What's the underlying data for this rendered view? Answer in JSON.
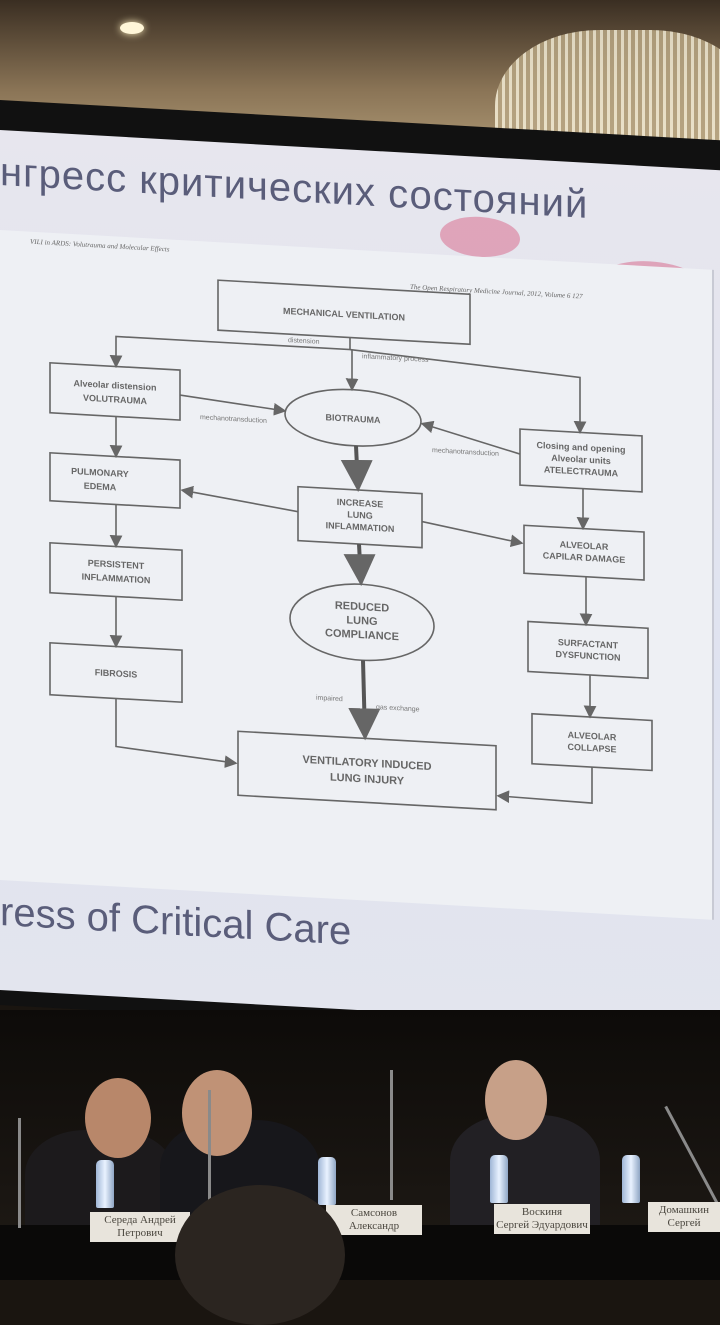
{
  "slide": {
    "title_ru": "нгресс критических состояний",
    "title_en": "ress of Critical Care",
    "running_head_left": "VILI in ARDS: Volutrauma and Molecular Effects",
    "running_head_right": "The Open Respiratory Medicine Journal, 2012, Volume 6   127"
  },
  "diagram": {
    "nodes": {
      "mech": "MECHANICAL VENTILATION",
      "alveolar_1": "Alveolar distension",
      "alveolar_2": "VOLUTRAUMA",
      "biotrauma": "BIOTRAUMA",
      "closing_1": "Closing and opening",
      "closing_2": "Alveolar units",
      "closing_3": "ATELECTRAUMA",
      "pulm_1": "PULMONARY",
      "pulm_2": "EDEMA",
      "increase_1": "INCREASE",
      "increase_2": "LUNG",
      "increase_3": "INFLAMMATION",
      "capillar_1": "ALVEOLAR",
      "capillar_2": "CAPILAR DAMAGE",
      "persist_1": "PERSISTENT",
      "persist_2": "INFLAMMATION",
      "reduced_1": "REDUCED",
      "reduced_2": "LUNG",
      "reduced_3": "COMPLIANCE",
      "surf_1": "SURFACTANT",
      "surf_2": "DYSFUNCTION",
      "fibrosis": "FIBROSIS",
      "collapse_1": "ALVEOLAR",
      "collapse_2": "COLLAPSE",
      "vili_1": "VENTILATORY INDUCED",
      "vili_2": "LUNG INJURY"
    },
    "edge_labels": {
      "distension": "distension",
      "inflammatory": "inflammatory process",
      "mech_left": "mechanotransduction",
      "mech_right": "mechanotransduction",
      "impaired": "impaired",
      "gas": "gas exchange"
    }
  },
  "nameplates": [
    {
      "line1": "Середа Андрей",
      "line2": "Петрович"
    },
    {
      "line1": "Самсонов",
      "line2": "Александр Сергеевич"
    },
    {
      "line1": "Воскиня",
      "line2": "Сергей Эдуардович"
    },
    {
      "line1": "Домашкин",
      "line2": "Сергей Павлович"
    }
  ],
  "colors": {
    "slide_bg": "#e3e5ee",
    "title_text": "#5a5d7a",
    "accent_pink": "#d8708f"
  }
}
